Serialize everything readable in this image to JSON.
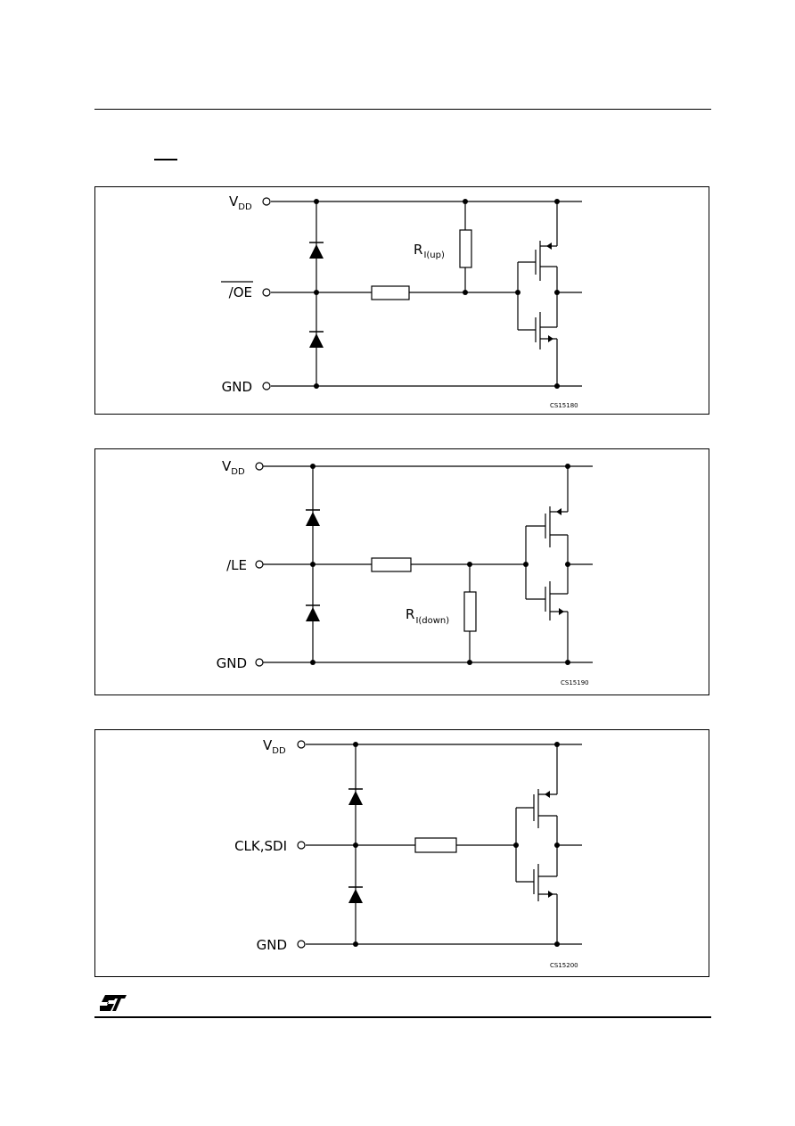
{
  "diagrams": [
    {
      "input_label": "/OE",
      "input_overline": true,
      "vdd_label": "V",
      "vdd_sub": "DD",
      "gnd_label": "GND",
      "resistor_label": "R",
      "resistor_sub": "I(up)",
      "code": "CS15180"
    },
    {
      "input_label": "/LE",
      "input_overline": false,
      "vdd_label": "V",
      "vdd_sub": "DD",
      "gnd_label": "GND",
      "resistor_label": "R",
      "resistor_sub": "I(down)",
      "code": "CS15190"
    },
    {
      "input_label": "CLK,SDI",
      "input_overline": false,
      "vdd_label": "V",
      "vdd_sub": "DD",
      "gnd_label": "GND",
      "code": "CS15200"
    }
  ]
}
